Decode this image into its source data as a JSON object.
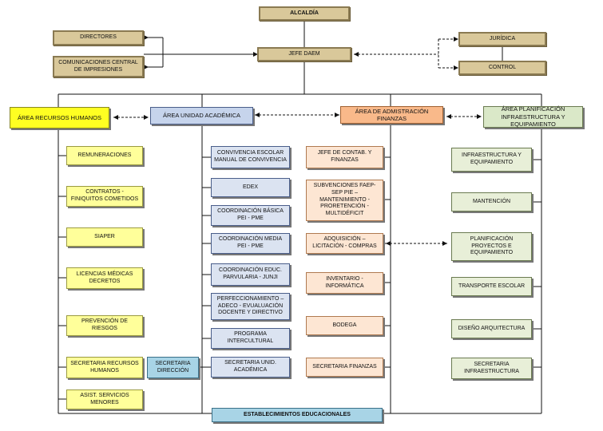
{
  "top": {
    "alcaldia": "ALCALDÍA",
    "jefe": "JEFE  DAEM",
    "directores": "DIRECTORES",
    "comunicaciones": "COMUNICACIONES CENTRAL DE IMPRESIONES",
    "juridica": "JURÍDICA",
    "control": "CONTROL"
  },
  "areas": {
    "rrhh": "ÁREA RECURSOS HUMANOS",
    "academica": "ÁREA UNIDAD  ACADÉMICA",
    "finanzas": "ÁREA DE ADMISTRACIÓN FINANZAS",
    "planificacion": "ÁREA PLANIFICACIÓN INFRAESTRUCTURA  Y EQUIPAMIENTO"
  },
  "rrhh_items": [
    "REMUNERACIONES",
    "CONTRATOS - FINIQUITOS COMETIDOS",
    "SIAPER",
    "LICENCIAS MÉDICAS DECRETOS",
    "PREVENCIÓN DE RIESGOS",
    "SECRETARIA RECURSOS HUMANOS",
    "ASIST. SERVICIOS MENORES"
  ],
  "secretaria_direccion": "SECRETARIA DIRECCIÓN",
  "academica_items": [
    "CONVIVENCIA ESCOLAR MANUAL DE CONVIVENCIA",
    "EDEX",
    "COORDINACIÓN  BÁSICA PEI - PME",
    "COORDINACIÓN MEDIA PEI - PME",
    "COORDINACIÓN EDUC. PARVULARIA - JUNJI",
    "PERFECCIONAMIENTO – ADECO - EVUALUACIÓN DOCENTE Y DIRECTIVO",
    "PROGRAMA INTERCULTURAL",
    "SECRETARIA UNID. ACADÉMICA"
  ],
  "finanzas_items": [
    "JEFE DE CONTAB. Y FINANZAS",
    "SUBVENCIONES FAEP- SEP PIE – MANTENIMIENTO - PRORETENCIÓN - MULTIDÉFICIT",
    "ADQUISICIÓN – LICITACIÓN - COMPRAS",
    "INVENTARIO - INFORMÁTICA",
    "BODEGA",
    "SECRETARIA FINANZAS"
  ],
  "planificacion_items": [
    "INFRAESTRUCTURA Y EQUIPAMIENTO",
    "MANTENCIÓN",
    "PLANIFICACIÓN PROYECTOS E EQUIPAMIENTO",
    "TRANSPORTE ESCOLAR",
    "DISEÑO ARQUITECTURA",
    "SECRETARIA INFRAESTRUCTURA"
  ],
  "establecimientos": "ESTABLECIMIENTOS EDUCACIONALES"
}
